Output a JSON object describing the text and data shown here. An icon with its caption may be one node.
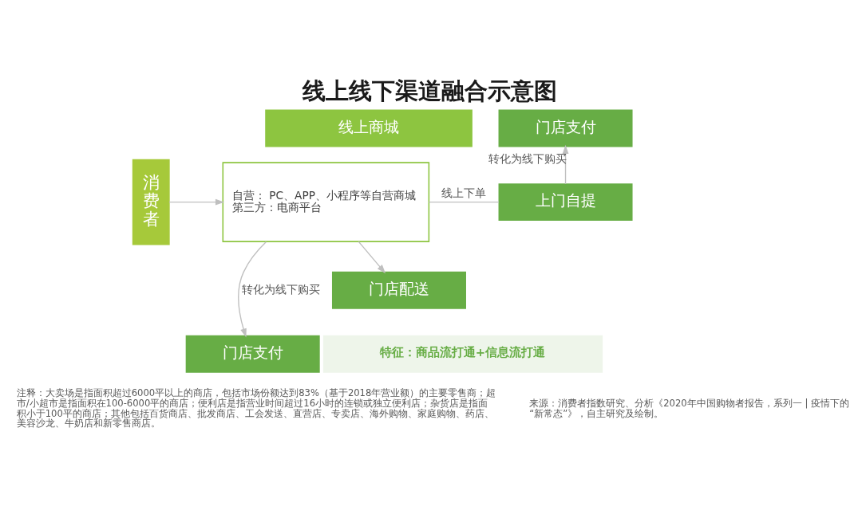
{
  "diagram": {
    "title": "线上线下渠道融合示意图",
    "nodes": [
      {
        "text": [
          "线上商城"
        ]
      },
      {
        "text": [
          "门店支付"
        ]
      },
      {
        "text": [
          "消费者"
        ]
      },
      {
        "text": [
          "自营： PC、APP、小程序等自营商城",
          "第三方：电商平台"
        ]
      },
      {
        "text": [
          "上门自提"
        ]
      },
      {
        "text": [
          "门店配送"
        ]
      },
      {
        "text": [
          "门店支付"
        ]
      },
      {
        "text": [
          "特征：商品流打通+信息流打通"
        ]
      }
    ],
    "edges": [
      {
        "from": 2,
        "to": 3,
        "arrow": "to"
      },
      {
        "from": 3,
        "to": 4,
        "arrow": "none",
        "label": "线上下单"
      },
      {
        "from": 3,
        "to": 6,
        "arrow": "to",
        "label": "转化为线下购买"
      },
      {
        "from": 3,
        "to": 5,
        "arrow": "to"
      },
      {
        "from": 4,
        "to": 1,
        "arrow": "to",
        "label": "转化为线下购买"
      }
    ],
    "labels": [
      "注释：大卖场是指面积超过6000平以上的商店，包括市场份额达到83%（基于2018年营业额）的主要零售商；超市/小超市是指面积在100-6000平的商店；便利店是指营业时间超过16小时的连锁或独立便利店；杂货店是指面积小于100平的商店；其他包括百货商店、批发商店、工会发送、直营店、专卖店、海外购物、家庭购物、药店、美容沙龙、牛奶店和新零售商店。",
      "来源：消费者指数研究、分析《2020年中国购物者报告，系列一 | 疫情下的“新常态”》，自主研究及绘制。"
    ]
  }
}
